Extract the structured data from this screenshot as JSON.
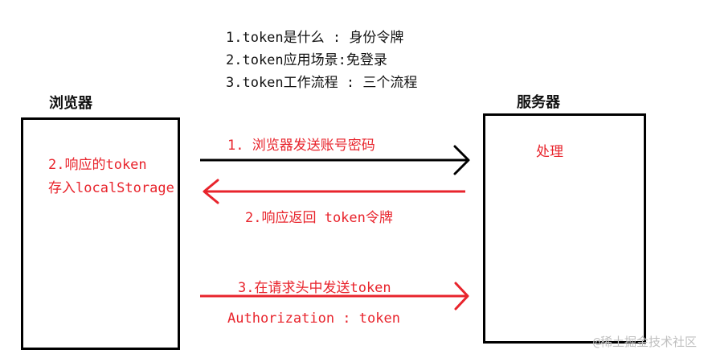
{
  "notes": [
    "1.token是什么 : 身份令牌",
    "2.token应用场景:免登录",
    "3.token工作流程 : 三个流程"
  ],
  "browser": {
    "title": "浏览器",
    "note_line1": "2.响应的token",
    "note_line2": "存入localStorage"
  },
  "server": {
    "title": "服务器",
    "note": "处理"
  },
  "arrows": {
    "step1": "1. 浏览器发送账号密码",
    "step2": "2.响应返回 token令牌",
    "step3": "3.在请求头中发送token",
    "step3_sub": "Authorization : token"
  },
  "colors": {
    "black": "#000000",
    "red": "#e8242c"
  },
  "watermark": "@稀土掘金技术社区"
}
